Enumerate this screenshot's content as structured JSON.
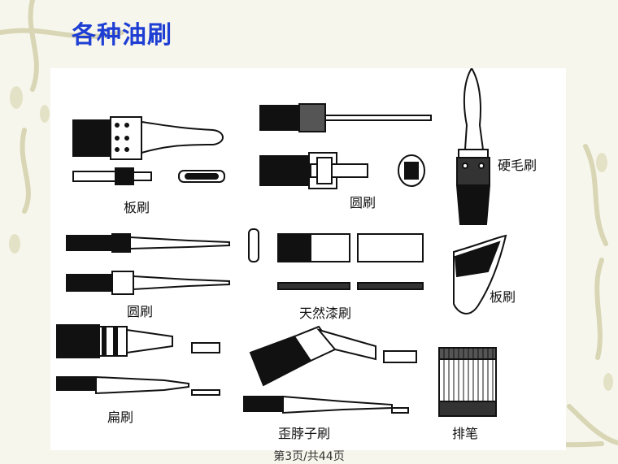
{
  "slide": {
    "title": "各种油刷",
    "page_indicator": "第3页/共44页"
  },
  "figure": {
    "labels": {
      "ban_shua_1": "板刷",
      "yuan_shua_1": "圆刷",
      "ying_mao_shua": "硬毛刷",
      "yuan_shua_2": "圆刷",
      "tian_ran_qi_shua": "天然漆刷",
      "ban_shua_2": "板刷",
      "bian_shua": "扁刷",
      "wai_bo_zi_shua": "歪脖子刷",
      "pai_bi": "排笔"
    }
  },
  "colors": {
    "title": "#1f3fd4",
    "vine": "#d8d6b4",
    "ink": "#111111"
  }
}
